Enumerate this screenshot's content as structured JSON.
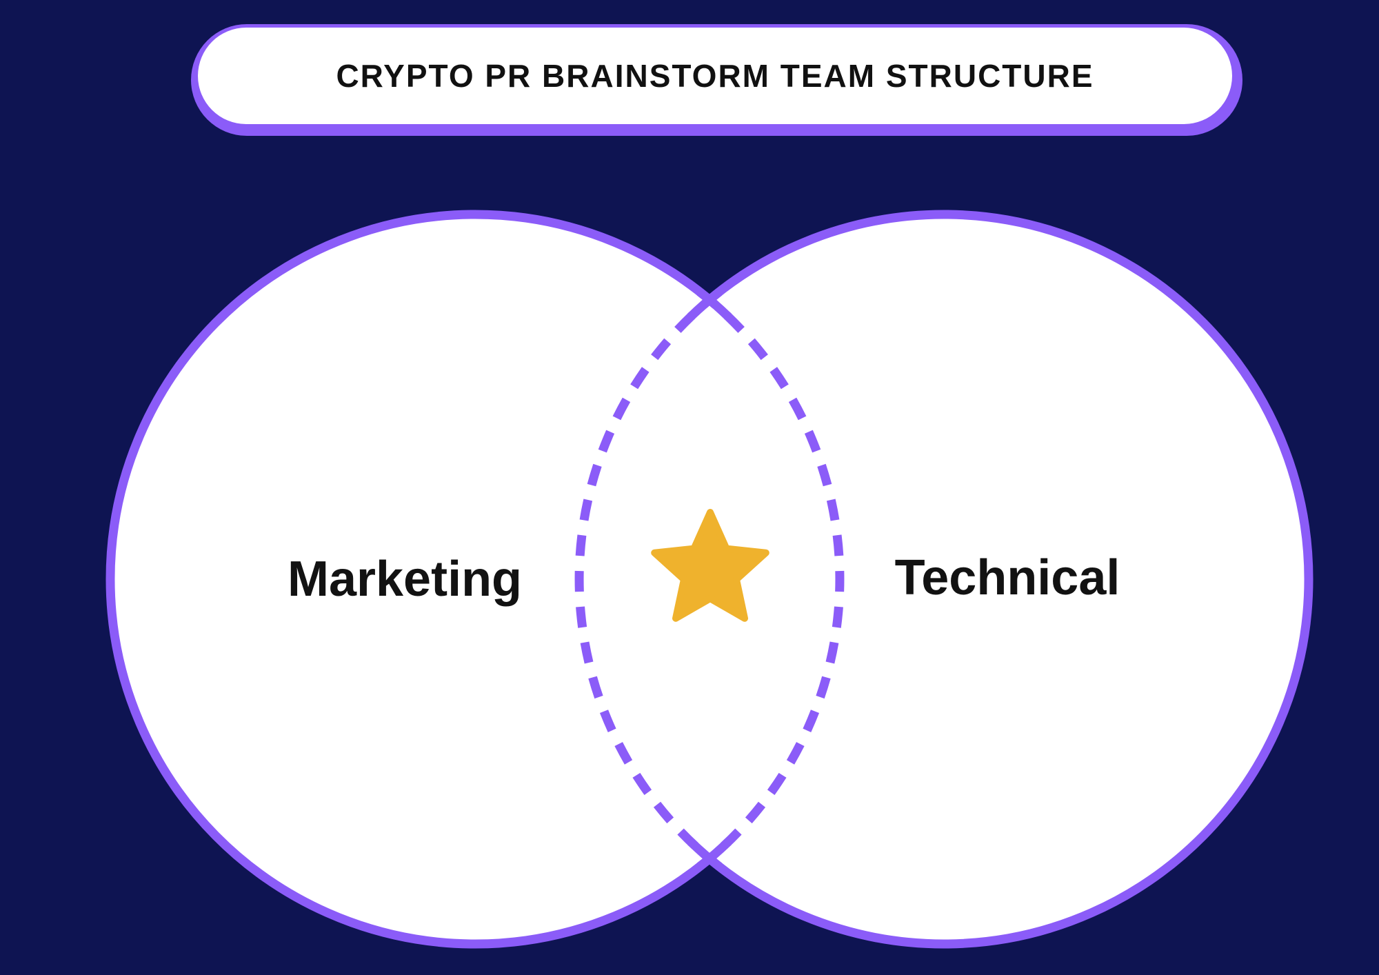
{
  "title": {
    "text": "CRYPTO PR BRAINSTORM TEAM STRUCTURE"
  },
  "venn": {
    "left_label": "Marketing",
    "right_label": "Technical",
    "center_icon": "star-icon"
  },
  "colors": {
    "background": "#0E1452",
    "purple": "#8B5CF8",
    "circle_fill": "#FFFFFF",
    "banner_fill": "#FFFFFF",
    "title_text": "#111111",
    "label_text": "#121212",
    "star": "#EFB22D"
  }
}
